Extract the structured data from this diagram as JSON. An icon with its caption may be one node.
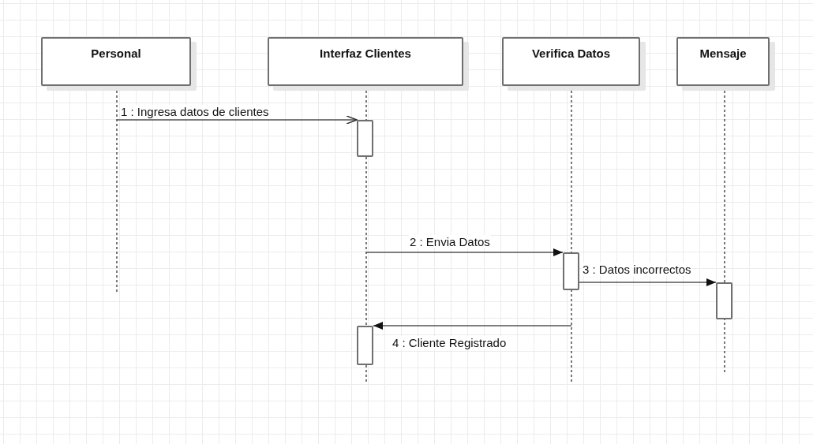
{
  "diagram": {
    "nodes": [
      {
        "text": [
          "Personal"
        ]
      },
      {
        "text": [
          "Interfaz Clientes"
        ]
      },
      {
        "text": [
          "Verifica Datos"
        ]
      },
      {
        "text": [
          "Mensaje"
        ]
      },
      {
        "text": [],
        "shape": "bar"
      },
      {
        "text": [],
        "shape": "bar"
      },
      {
        "text": [],
        "shape": "bar"
      },
      {
        "text": [],
        "shape": "bar"
      }
    ],
    "edges": [
      {
        "from": null,
        "to": 4,
        "arrow": "to",
        "label": "1 : Ingresa datos de clientes"
      },
      {
        "from": null,
        "to": 5,
        "arrow": "to",
        "label": "2 : Envia Datos"
      },
      {
        "from": 5,
        "to": 6,
        "arrow": "to",
        "label": "3 : Datos incorrectos"
      },
      {
        "from": null,
        "to": 7,
        "arrow": "to",
        "label": "4 : Cliente Registrado"
      }
    ]
  }
}
